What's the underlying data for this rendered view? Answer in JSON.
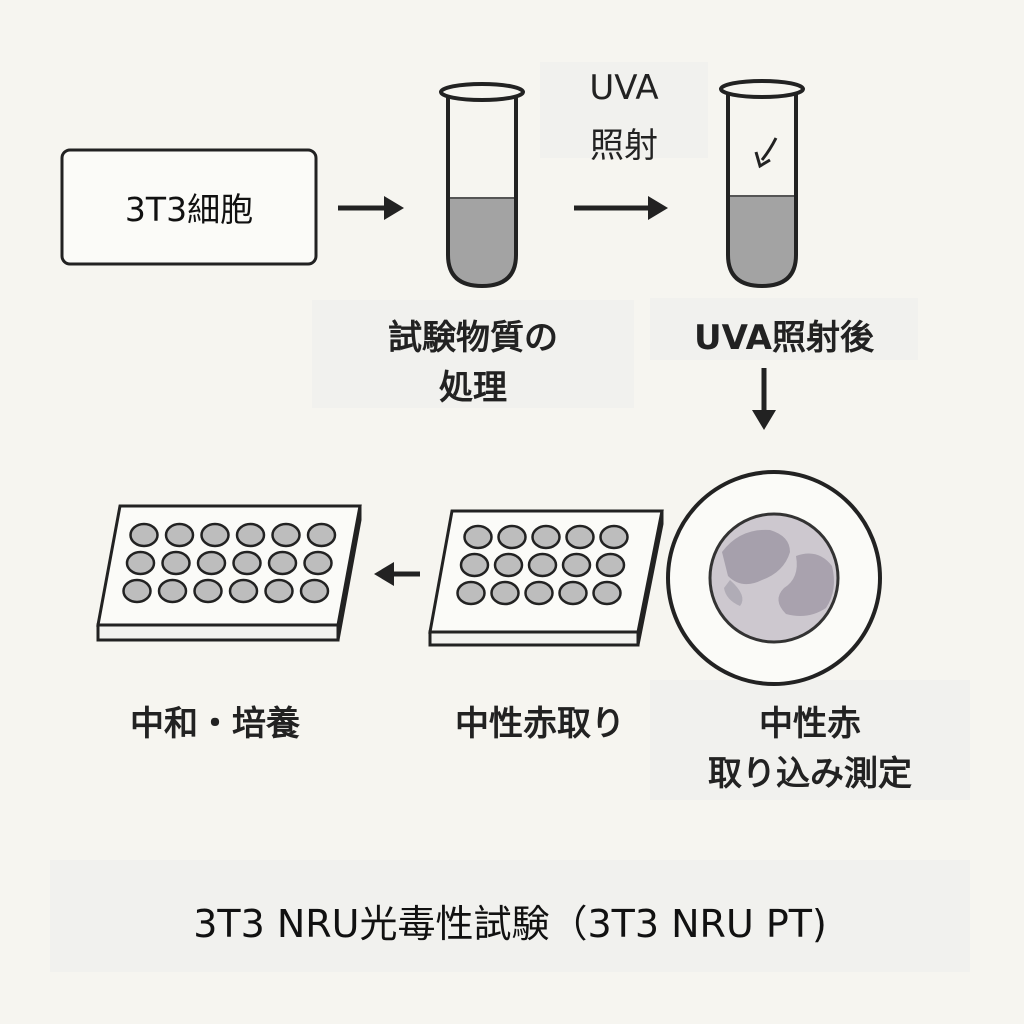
{
  "steps": {
    "cells_label": "3T3細胞",
    "uva_label_line1": "UVA",
    "uva_label_line2": "照射",
    "treatment_line1": "試験物質の",
    "treatment_line2": "処理",
    "after_uva": "UVA照射後",
    "measure_line1": "中性赤",
    "measure_line2": "取り込み測定",
    "uptake": "中性赤取り",
    "neutralize": "中和・培養"
  },
  "title": "3T3 NRU光毒性試験（3T3 NRU PT)",
  "colors": {
    "line": "#222222",
    "liquid": "#a3a3a3",
    "well": "#bdbdbd",
    "dish_stain": "#9c96a3"
  },
  "plates": {
    "left_rows": 3,
    "left_cols": 6,
    "right_rows": 3,
    "right_cols": 5
  }
}
